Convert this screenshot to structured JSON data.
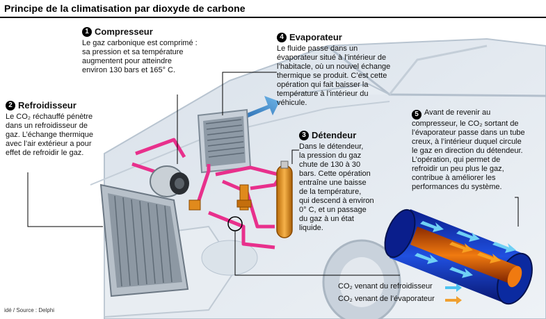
{
  "title": "Principe de la climatisation par dioxyde de carbone",
  "steps": [
    {
      "number": "1",
      "heading": "Compresseur",
      "text": "Le gaz carbonique est comprimé :\nsa pression et sa température\naugmentent pour atteindre\nenviron 130 bars et 165° C."
    },
    {
      "number": "2",
      "heading": "Refroidisseur",
      "text": "Le CO₂ réchauffé pénètre\ndans un refroidisseur de\ngaz. L’échange thermique\navec l’air extérieur a pour\neffet de refroidir le gaz."
    },
    {
      "number": "3",
      "heading": "Détendeur",
      "text": "Dans le détendeur,\nla pression du gaz\nchute de 130 à 30\nbars. Cette opération\nentraîne une baisse\nde la température,\nqui descend à environ\n0° C, et un passage\ndu gaz à un état\nliquide."
    },
    {
      "number": "4",
      "heading": "Evaporateur",
      "text": "Le fluide passe dans un\névaporateur situé à l’intérieur de\nl’habitacle, où un nouvel échange\nthermique se produit. C’est cette\nopération qui fait baisser la\ntempérature à l’intérieur du\nvéhicule."
    },
    {
      "number": "5",
      "heading": "",
      "text": "Avant de revenir au\ncompresseur, le CO₂ sortant de\nl’évaporateur passe dans un tube\ncreux, à l’intérieur duquel circule\nle gaz en direction du détendeur.\nL’opération, qui permet de\nrefroidir un peu plus le gaz,\ncontribue à améliorer les\nperformances du système."
    }
  ],
  "legend": [
    {
      "label": "CO₂ venant du refroidisseur",
      "color": "#4fc3f0"
    },
    {
      "label": "CO₂ venant de l’évaporateur",
      "color": "#f0a030"
    }
  ],
  "credit": "idé / Source : Delphi",
  "colors": {
    "pipe": "#e8308c",
    "component": "#e08a1c",
    "arrow_blue": "#1f6fb0"
  }
}
